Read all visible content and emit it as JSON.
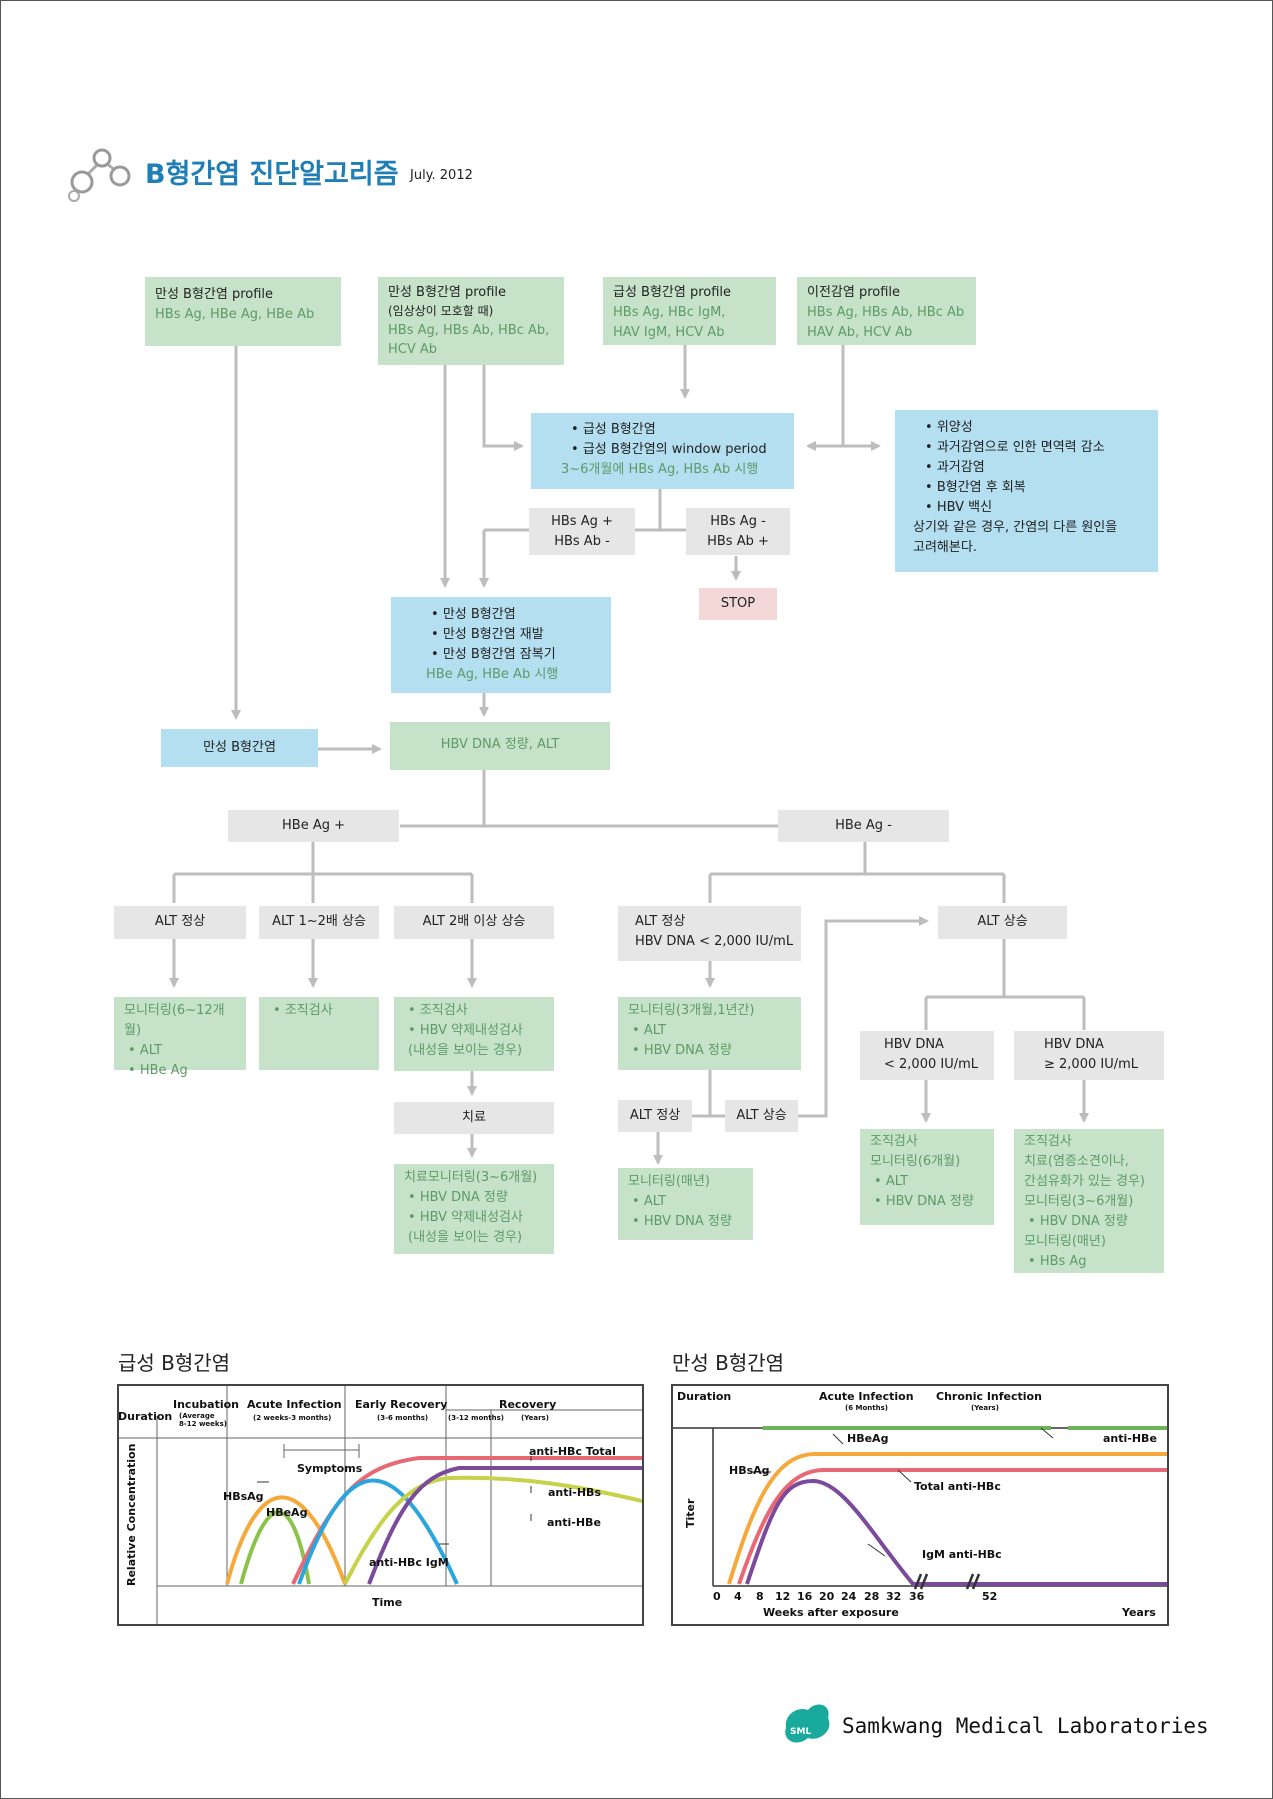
{
  "header": {
    "title": "B형간염 진단알고리즘",
    "date": "July. 2012"
  },
  "flow": {
    "p1": {
      "title": "만성 B형간염 profile",
      "tests": "HBs Ag, HBe Ag, HBe Ab"
    },
    "p2": {
      "title": "만성 B형간염 profile",
      "sub": "(임상상이 모호할 때)",
      "tests": "HBs Ag, HBs Ab, HBc Ab,\nHCV Ab"
    },
    "p3": {
      "title": "급성 B형간염 profile",
      "tests": "HBs Ag, HBc IgM,\nHAV IgM, HCV Ab"
    },
    "p4": {
      "title": "이전감염 profile",
      "tests": "HBs Ag, HBs Ab, HBc Ab\nHAV Ab, HCV Ab"
    },
    "acute": {
      "items": [
        "급성 B형간염",
        "급성 B형간염의 window period"
      ],
      "note": "3~6개월에 HBs Ag, HBs Ab 시행"
    },
    "prior": {
      "items": [
        "위양성",
        "과거감염으로 인한 면역력 감소",
        "과거감염",
        "B형간염 후 회복",
        "HBV 백신"
      ],
      "note": "상기와 같은 경우, 간염의 다른 원인을\n고려해본다."
    },
    "hbs_pos": "HBs Ag +\nHBs Ab -",
    "hbs_neg": "HBs Ag -\nHBs Ab +",
    "stop": "STOP",
    "chronic": {
      "items": [
        "만성 B형간염",
        "만성 B형간염 재발",
        "만성 B형간염 잠복기"
      ],
      "note": "HBe Ag, HBe Ab 시행"
    },
    "chronic_b": "만성 B형간염",
    "dna": "HBV DNA 정량, ALT",
    "hbe_pos": "HBe Ag +",
    "hbe_neg": "HBe Ag -",
    "alt_normal": "ALT 정상",
    "alt_12": "ALT 1~2배 상승",
    "alt_2": "ALT 2배 이상 상승",
    "alt_normal_dna": "ALT 정상\nHBV DNA < 2,000 IU/mL",
    "alt_up": "ALT 상승",
    "mon_612": {
      "title": "모니터링(6~12개월)",
      "items": [
        "ALT",
        "HBe Ag"
      ]
    },
    "biopsy": {
      "items": [
        "조직검사"
      ]
    },
    "biopsy_res": {
      "items": [
        "조직검사",
        "HBV 약제내성검사\n(내성을 보이는 경우)"
      ]
    },
    "treat": "치료",
    "treat_mon": {
      "title": "치료모니터링(3~6개월)",
      "items": [
        "HBV DNA 정량",
        "HBV 약제내성검사\n(내성을 보이는 경우)"
      ]
    },
    "mon_3m1y": {
      "title": "모니터링(3개월,1년간)",
      "items": [
        "ALT",
        "HBV DNA 정량"
      ]
    },
    "alt_normal2": "ALT 정상",
    "alt_up2": "ALT 상승",
    "mon_yearly": {
      "title": "모니터링(매년)",
      "items": [
        "ALT",
        "HBV DNA 정량"
      ]
    },
    "dna_lt": "HBV DNA\n< 2,000 IU/mL",
    "dna_ge": "HBV DNA\n≥ 2,000 IU/mL",
    "res_lt": {
      "lines": [
        "조직검사",
        "모니터링(6개월)"
      ],
      "items": [
        "ALT",
        "HBV DNA 정량"
      ]
    },
    "res_ge": {
      "lines": [
        "조직검사",
        "치료(염증소견이나,\n간섬유화가 있는 경우)",
        "모니터링(3~6개월)"
      ],
      "items": [
        "HBV DNA 정량"
      ],
      "lines2": [
        "모니터링(매년)"
      ],
      "items2": [
        "HBs Ag"
      ]
    }
  },
  "acute_chart": {
    "title": "급성 B형간염",
    "duration": "Duration",
    "phases": [
      {
        "name": "Incubation",
        "sub": "(Average\n8-12 weeks)"
      },
      {
        "name": "Acute Infection",
        "sub": "(2 weeks-3 months)"
      },
      {
        "name": "Early Recovery",
        "sub": "(3-6 months)"
      },
      {
        "name": "Recovery",
        "sub": "(3-12 months)",
        "sub2": "(Years)"
      }
    ],
    "ylabel": "Relative Concentration",
    "xlabel": "Time",
    "labels": {
      "symptoms": "Symptoms",
      "hbsag": "HBsAg",
      "hbeag": "HBeAg",
      "total": "anti-HBc Total",
      "antihbs": "anti-HBs",
      "antihbe": "anti-HBe",
      "igm": "anti-HBc IgM"
    }
  },
  "chronic_chart": {
    "title": "만성 B형간염",
    "duration": "Duration",
    "acute": "Acute Infection",
    "acute_sub": "(6 Months)",
    "chronic": "Chronic Infection",
    "chronic_sub": "(Years)",
    "ylabel": "Titer",
    "xlabel": "Weeks after exposure",
    "years": "Years",
    "ticks": [
      "0",
      "4",
      "8",
      "12",
      "16",
      "20",
      "24",
      "28",
      "32",
      "36",
      "52"
    ],
    "labels": {
      "hbeag": "HBeAg",
      "antihbe": "anti-HBe",
      "hbsag": "HBsAg",
      "total": "Total anti-HBc",
      "igm": "IgM anti-HBc"
    }
  },
  "footer": {
    "brand": "Samkwang Medical Laboratories",
    "logo": "SML"
  },
  "colors": {
    "green": "#c6e3c9",
    "blue": "#b3dff0",
    "gray": "#e6e6e6",
    "red": "#f4d7d7",
    "arrow": "#bdbdbd",
    "title": "#1f7fb4"
  }
}
